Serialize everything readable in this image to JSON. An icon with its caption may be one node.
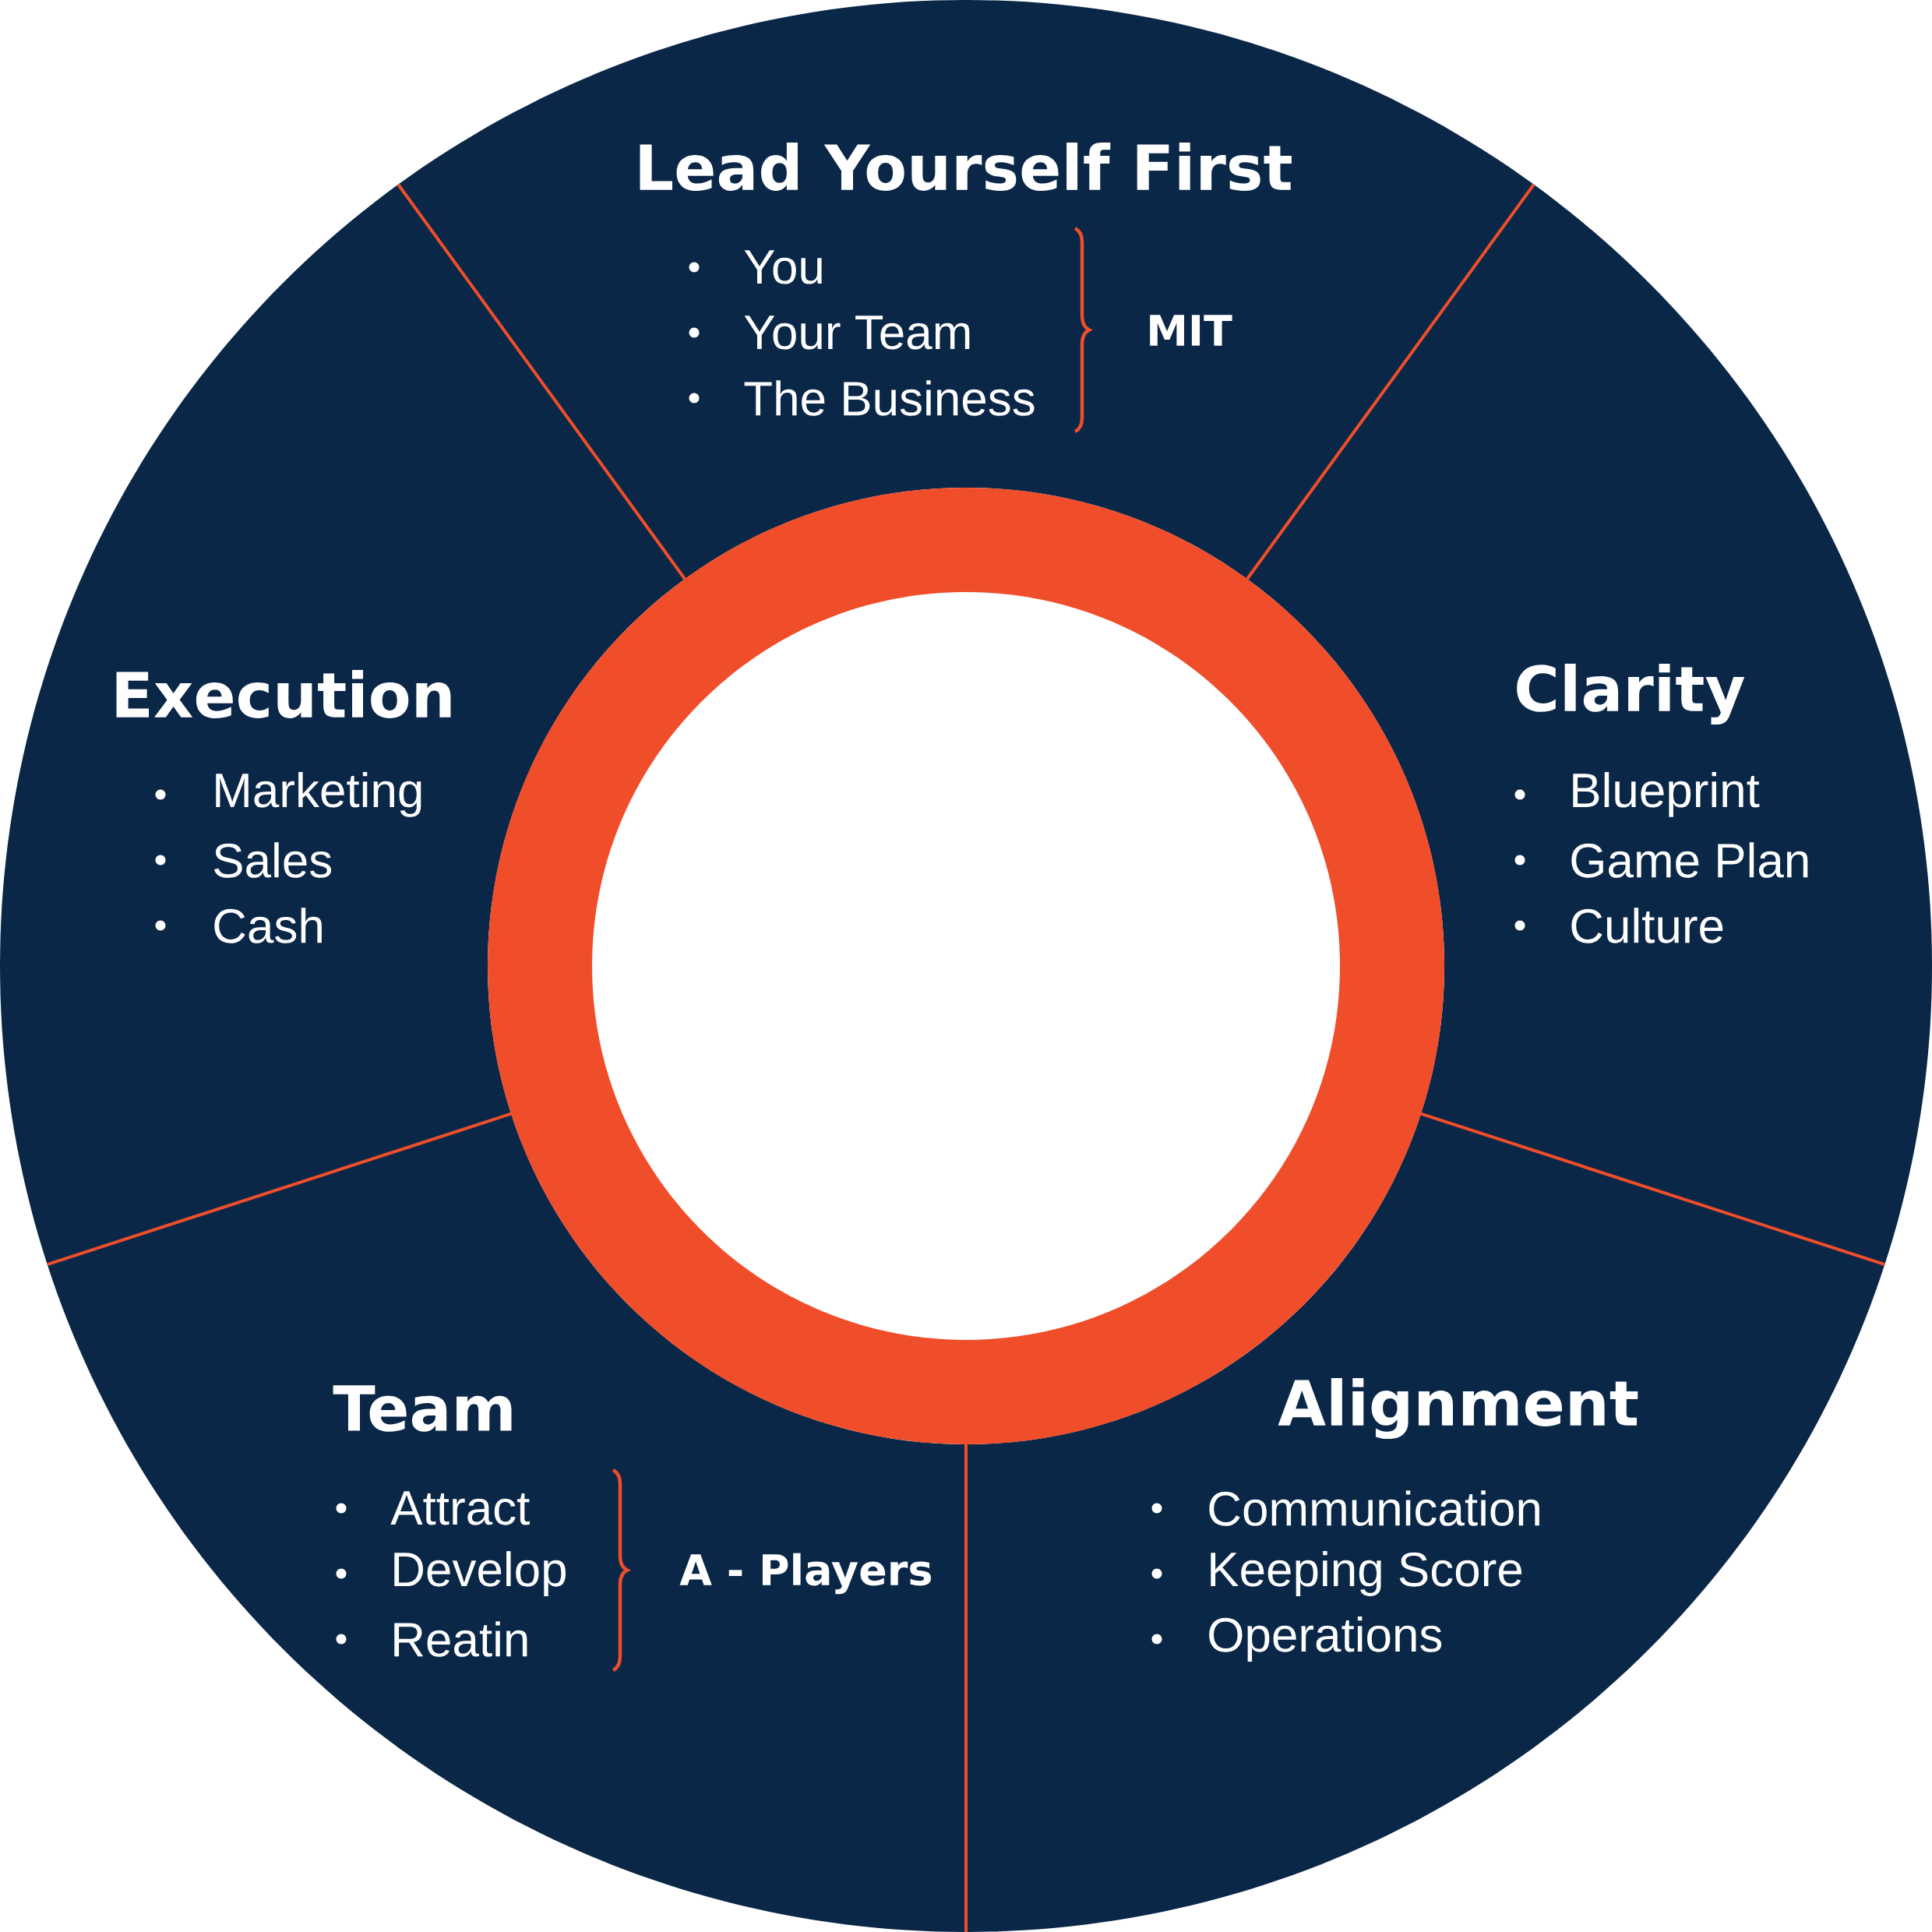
{
  "diagram": {
    "nodes": [
      {
        "text": [
          "Lead Yourself First",
          "You",
          "Your Team",
          "The Business",
          "MIT"
        ]
      },
      {
        "text": [
          "Execution",
          "Marketing",
          "Sales",
          "Cash"
        ]
      },
      {
        "text": [
          "Clarity",
          "Blueprint",
          "Game Plan",
          "Culture"
        ]
      },
      {
        "text": [
          "Team",
          "Attract",
          "Develop",
          "Reatin",
          "A - Players"
        ]
      },
      {
        "text": [
          "Alignment",
          "Communication",
          "Keeping Score",
          "Operations"
        ]
      }
    ]
  }
}
